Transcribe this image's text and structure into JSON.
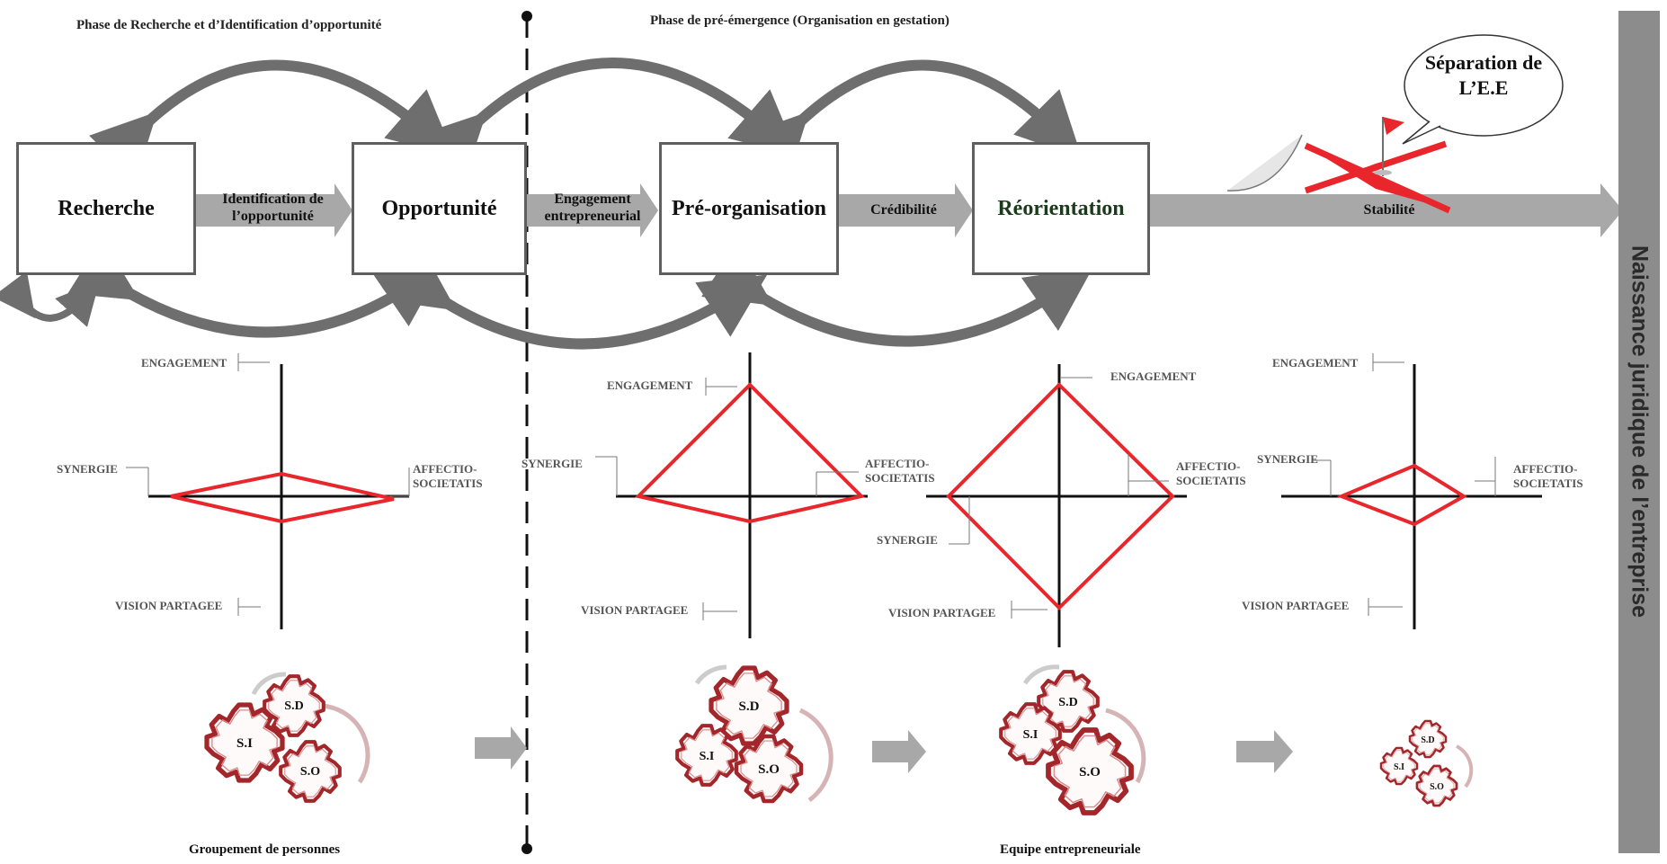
{
  "phases": {
    "left": "Phase de Recherche et d’Identification d’opportunité",
    "right": "Phase de pré-émergence (Organisation en gestation)"
  },
  "boxes": {
    "recherche": "Recherche",
    "opportunite": "Opportunité",
    "pre_organisation": "Pré-organisation",
    "reorientation": "Réorientation"
  },
  "arrows": {
    "identification": "Identification de l’opportunité",
    "engagement": "Engagement entrepreneurial",
    "credibilite": "Crédibilité",
    "stabilite": "Stabilité"
  },
  "bubble": "Séparation de L’E.E",
  "side_bar": "Naissance juridique de l’entreprise",
  "colors": {
    "box_border": "#5f5f5f",
    "arrow": "#a8a8a8",
    "curved_arrow": "#6e6e6e",
    "diamond": "#e8262b",
    "gear": "#a2262a",
    "side_bar": "#8c8c8c"
  },
  "axis_labels": {
    "engagement": "ENGAGEMENT",
    "synergie": "SYNERGIE",
    "affectio": "AFFECTIO-SOCIETATIS",
    "vision": "VISION PARTAGEE"
  },
  "gears": {
    "sd": "S.D",
    "si": "S.I",
    "so": "S.O"
  },
  "captions": {
    "left": "Groupement de personnes",
    "right": "Equipe entrepreneuriale"
  },
  "dimension_profiles": [
    {
      "stage": "Opportunité",
      "engagement": 1,
      "synergie": 5,
      "affectio": 5,
      "vision": 1
    },
    {
      "stage": "Pré-organisation",
      "engagement": 5,
      "synergie": 5,
      "affectio": 5,
      "vision": 1
    },
    {
      "stage": "Réorientation",
      "engagement": 5,
      "synergie": 5,
      "affectio": 5,
      "vision": 5
    },
    {
      "stage": "Stabilité",
      "engagement": 1.5,
      "synergie": 3,
      "affectio": 2,
      "vision": 1.5
    }
  ]
}
